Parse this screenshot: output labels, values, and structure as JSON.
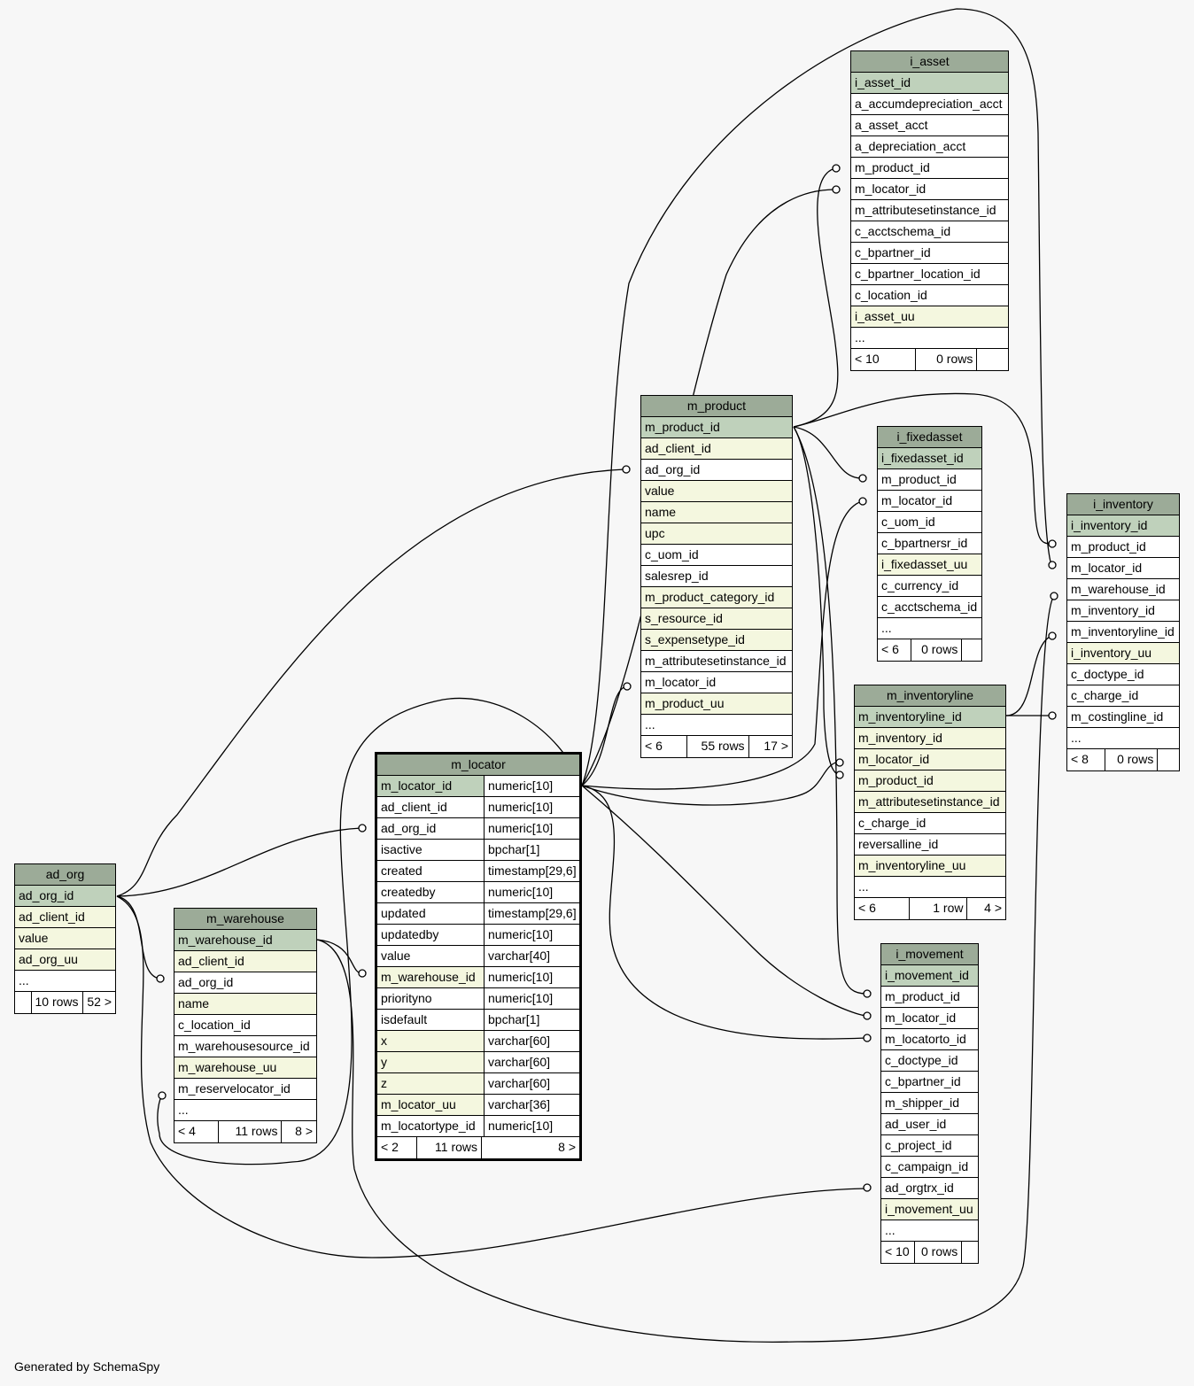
{
  "tables": {
    "i_asset": {
      "title": "i_asset",
      "rows": [
        {
          "name": "i_asset_id",
          "kind": "pk"
        },
        {
          "name": "a_accumdepreciation_acct",
          "kind": ""
        },
        {
          "name": "a_asset_acct",
          "kind": ""
        },
        {
          "name": "a_depreciation_acct",
          "kind": ""
        },
        {
          "name": "m_product_id",
          "kind": ""
        },
        {
          "name": "m_locator_id",
          "kind": ""
        },
        {
          "name": "m_attributesetinstance_id",
          "kind": ""
        },
        {
          "name": "c_acctschema_id",
          "kind": ""
        },
        {
          "name": "c_bpartner_id",
          "kind": ""
        },
        {
          "name": "c_bpartner_location_id",
          "kind": ""
        },
        {
          "name": "c_location_id",
          "kind": ""
        },
        {
          "name": "i_asset_uu",
          "kind": "idx"
        },
        {
          "name": "...",
          "kind": ""
        }
      ],
      "footer": [
        "< 10",
        "0 rows",
        ""
      ]
    },
    "m_product": {
      "title": "m_product",
      "rows": [
        {
          "name": "m_product_id",
          "kind": "pk"
        },
        {
          "name": "ad_client_id",
          "kind": "idx"
        },
        {
          "name": "ad_org_id",
          "kind": ""
        },
        {
          "name": "value",
          "kind": "idx"
        },
        {
          "name": "name",
          "kind": "idx"
        },
        {
          "name": "upc",
          "kind": "idx"
        },
        {
          "name": "c_uom_id",
          "kind": ""
        },
        {
          "name": "salesrep_id",
          "kind": ""
        },
        {
          "name": "m_product_category_id",
          "kind": "idx"
        },
        {
          "name": "s_resource_id",
          "kind": "idx"
        },
        {
          "name": "s_expensetype_id",
          "kind": "idx"
        },
        {
          "name": "m_attributesetinstance_id",
          "kind": ""
        },
        {
          "name": "m_locator_id",
          "kind": ""
        },
        {
          "name": "m_product_uu",
          "kind": "idx"
        },
        {
          "name": "...",
          "kind": ""
        }
      ],
      "footer": [
        "< 6",
        "55 rows",
        "17 >"
      ]
    },
    "i_fixedasset": {
      "title": "i_fixedasset",
      "rows": [
        {
          "name": "i_fixedasset_id",
          "kind": "pk"
        },
        {
          "name": "m_product_id",
          "kind": ""
        },
        {
          "name": "m_locator_id",
          "kind": ""
        },
        {
          "name": "c_uom_id",
          "kind": ""
        },
        {
          "name": "c_bpartnersr_id",
          "kind": ""
        },
        {
          "name": "i_fixedasset_uu",
          "kind": "idx"
        },
        {
          "name": "c_currency_id",
          "kind": ""
        },
        {
          "name": "c_acctschema_id",
          "kind": ""
        },
        {
          "name": "...",
          "kind": ""
        }
      ],
      "footer": [
        "< 6",
        "0 rows",
        ""
      ]
    },
    "i_inventory": {
      "title": "i_inventory",
      "rows": [
        {
          "name": "i_inventory_id",
          "kind": "pk"
        },
        {
          "name": "m_product_id",
          "kind": ""
        },
        {
          "name": "m_locator_id",
          "kind": ""
        },
        {
          "name": "m_warehouse_id",
          "kind": ""
        },
        {
          "name": "m_inventory_id",
          "kind": ""
        },
        {
          "name": "m_inventoryline_id",
          "kind": ""
        },
        {
          "name": "i_inventory_uu",
          "kind": "idx"
        },
        {
          "name": "c_doctype_id",
          "kind": ""
        },
        {
          "name": "c_charge_id",
          "kind": ""
        },
        {
          "name": "m_costingline_id",
          "kind": ""
        },
        {
          "name": "...",
          "kind": ""
        }
      ],
      "footer": [
        "< 8",
        "0 rows",
        ""
      ]
    },
    "m_inventoryline": {
      "title": "m_inventoryline",
      "rows": [
        {
          "name": "m_inventoryline_id",
          "kind": "pk"
        },
        {
          "name": "m_inventory_id",
          "kind": "idx"
        },
        {
          "name": "m_locator_id",
          "kind": "idx"
        },
        {
          "name": "m_product_id",
          "kind": "idx"
        },
        {
          "name": "m_attributesetinstance_id",
          "kind": "idx"
        },
        {
          "name": "c_charge_id",
          "kind": ""
        },
        {
          "name": "reversalline_id",
          "kind": ""
        },
        {
          "name": "m_inventoryline_uu",
          "kind": "idx"
        },
        {
          "name": "...",
          "kind": ""
        }
      ],
      "footer": [
        "< 6",
        "1 row",
        "4 >"
      ]
    },
    "m_locator": {
      "title": "m_locator",
      "rows": [
        {
          "name": "m_locator_id",
          "type": "numeric[10]",
          "kind": "pk"
        },
        {
          "name": "ad_client_id",
          "type": "numeric[10]",
          "kind": ""
        },
        {
          "name": "ad_org_id",
          "type": "numeric[10]",
          "kind": ""
        },
        {
          "name": "isactive",
          "type": "bpchar[1]",
          "kind": ""
        },
        {
          "name": "created",
          "type": "timestamp[29,6]",
          "kind": ""
        },
        {
          "name": "createdby",
          "type": "numeric[10]",
          "kind": ""
        },
        {
          "name": "updated",
          "type": "timestamp[29,6]",
          "kind": ""
        },
        {
          "name": "updatedby",
          "type": "numeric[10]",
          "kind": ""
        },
        {
          "name": "value",
          "type": "varchar[40]",
          "kind": ""
        },
        {
          "name": "m_warehouse_id",
          "type": "numeric[10]",
          "kind": "idx"
        },
        {
          "name": "priorityno",
          "type": "numeric[10]",
          "kind": ""
        },
        {
          "name": "isdefault",
          "type": "bpchar[1]",
          "kind": ""
        },
        {
          "name": "x",
          "type": "varchar[60]",
          "kind": "idx"
        },
        {
          "name": "y",
          "type": "varchar[60]",
          "kind": "idx"
        },
        {
          "name": "z",
          "type": "varchar[60]",
          "kind": "idx"
        },
        {
          "name": "m_locator_uu",
          "type": "varchar[36]",
          "kind": "idx"
        },
        {
          "name": "m_locatortype_id",
          "type": "numeric[10]",
          "kind": ""
        }
      ],
      "footer": [
        "< 2",
        "11 rows",
        "8 >"
      ]
    },
    "ad_org": {
      "title": "ad_org",
      "rows": [
        {
          "name": "ad_org_id",
          "kind": "pk"
        },
        {
          "name": "ad_client_id",
          "kind": "idx"
        },
        {
          "name": "value",
          "kind": "idx"
        },
        {
          "name": "ad_org_uu",
          "kind": "idx"
        },
        {
          "name": "...",
          "kind": ""
        }
      ],
      "footer": [
        "",
        "10 rows",
        "52 >"
      ]
    },
    "m_warehouse": {
      "title": "m_warehouse",
      "rows": [
        {
          "name": "m_warehouse_id",
          "kind": "pk"
        },
        {
          "name": "ad_client_id",
          "kind": "idx"
        },
        {
          "name": "ad_org_id",
          "kind": ""
        },
        {
          "name": "name",
          "kind": "idx"
        },
        {
          "name": "c_location_id",
          "kind": ""
        },
        {
          "name": "m_warehousesource_id",
          "kind": ""
        },
        {
          "name": "m_warehouse_uu",
          "kind": "idx"
        },
        {
          "name": "m_reservelocator_id",
          "kind": ""
        },
        {
          "name": "...",
          "kind": ""
        }
      ],
      "footer": [
        "< 4",
        "11 rows",
        "8 >"
      ]
    },
    "i_movement": {
      "title": "i_movement",
      "rows": [
        {
          "name": "i_movement_id",
          "kind": "pk"
        },
        {
          "name": "m_product_id",
          "kind": ""
        },
        {
          "name": "m_locator_id",
          "kind": ""
        },
        {
          "name": "m_locatorto_id",
          "kind": ""
        },
        {
          "name": "c_doctype_id",
          "kind": ""
        },
        {
          "name": "c_bpartner_id",
          "kind": ""
        },
        {
          "name": "m_shipper_id",
          "kind": ""
        },
        {
          "name": "ad_user_id",
          "kind": ""
        },
        {
          "name": "c_project_id",
          "kind": ""
        },
        {
          "name": "c_campaign_id",
          "kind": ""
        },
        {
          "name": "ad_orgtrx_id",
          "kind": ""
        },
        {
          "name": "i_movement_uu",
          "kind": "idx"
        },
        {
          "name": "...",
          "kind": ""
        }
      ],
      "footer": [
        "< 10",
        "0 rows",
        ""
      ]
    }
  },
  "footer_text": "Generated by SchemaSpy"
}
